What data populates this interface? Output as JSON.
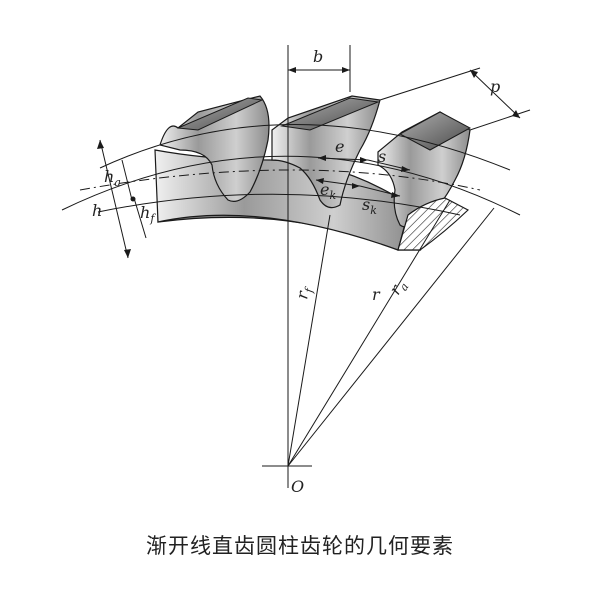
{
  "caption": "渐开线直齿圆柱齿轮的几何要素",
  "labels": {
    "b": "b",
    "p": "p",
    "e": "e",
    "s": "s",
    "ek": "e",
    "ek_sub": "k",
    "sk": "s",
    "sk_sub": "k",
    "ha": "h",
    "ha_sub": "a",
    "h": "h",
    "hf": "h",
    "hf_sub": "f",
    "rf": "r",
    "rf_sub": "f",
    "r": "r",
    "rb": "r",
    "rb_sub": "a",
    "O": "O"
  },
  "colors": {
    "line": "#1a1a1a",
    "tooth_dark": "#555555",
    "tooth_light": "#d9d9d9",
    "tooth_top": "#8a8a8a"
  }
}
